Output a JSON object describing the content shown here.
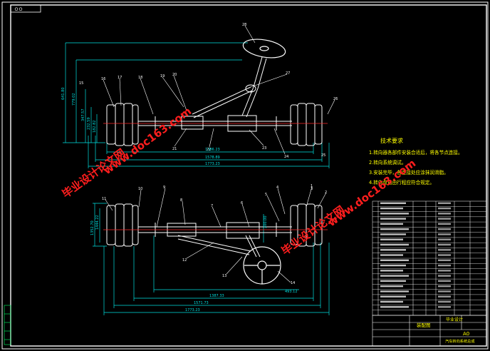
{
  "corner_tab": "ＯＯ",
  "top_view": {
    "parts": [
      "28",
      "27",
      "26",
      "25",
      "24",
      "23",
      "22",
      "21",
      "20",
      "19",
      "18",
      "17",
      "16",
      "15"
    ],
    "dims_vertical": [
      "641.80",
      "779.02",
      "347.57",
      "232.59",
      "182.82"
    ],
    "dims_horizontal": [
      "1386.23",
      "1578.89",
      "1773.23"
    ]
  },
  "bottom_view": {
    "parts": [
      "1",
      "2",
      "3",
      "4",
      "5",
      "6",
      "7",
      "8",
      "9",
      "10",
      "11",
      "12",
      "13",
      "14"
    ],
    "dims_vertical": [
      "1352.70",
      "1444.22"
    ],
    "dims_horizontal": [
      "493.12",
      "1387.33",
      "1571.73",
      "1773.23"
    ],
    "dim_small": "200.00"
  },
  "notes": {
    "heading": "技术要求",
    "items": [
      "1.转向器各部件安装合适后，将各节点连接。",
      "2.转向系统调试。",
      "3.安装完毕，各连接处应涂抹润滑脂。",
      "4.转向盘自由行程应符合规定。"
    ]
  },
  "title_block": {
    "name": "汽车转向系统总成",
    "company": "毕业设计",
    "mark": "装配图",
    "sheet": "A0"
  },
  "watermarks": [
    "毕业设计论文网",
    "www.doc163.com"
  ],
  "colors": {
    "line": "#ffffff",
    "part": "#ff2a2a",
    "dim": "#00e0e0",
    "text": "#ffff00",
    "watermark": "#ff1e1e"
  }
}
